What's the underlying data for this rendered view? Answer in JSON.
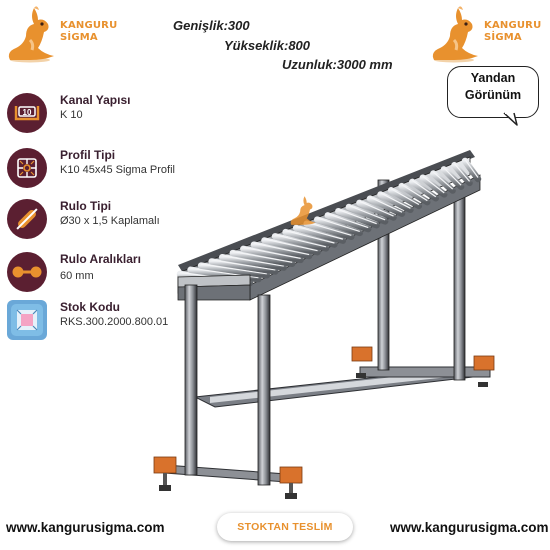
{
  "brand": {
    "name_line1": "KANGURU",
    "name_line2": "SİGMA",
    "accent_color": "#e8912e",
    "icon_color": "#5b1f31",
    "mascot_icon": "kangaroo-icon"
  },
  "dimensions": {
    "width": "Genişlik:300",
    "height": "Yükseklik:800",
    "length": "Uzunluk:3000 mm"
  },
  "callout": {
    "line1": "Yandan",
    "line2": "Görünüm"
  },
  "specs": [
    {
      "icon": "channel-k10-icon",
      "title": "Kanal Yapısı",
      "value": "K 10"
    },
    {
      "icon": "profile-section-icon",
      "title": "Profil Tipi",
      "value": "K10 45x45 Sigma Profil"
    },
    {
      "icon": "roller-icon",
      "title": "Rulo Tipi",
      "value": "Ø30 x 1,5 Kaplamalı"
    },
    {
      "icon": "roller-spacing-icon",
      "title": "Rulo Aralıkları",
      "value": "60 mm"
    },
    {
      "icon": "stock-code-icon",
      "title": "Stok Kodu",
      "value": "RKS.300.2000.800.01"
    }
  ],
  "channel_badge": "10",
  "footer": {
    "website_left": "www.kangurusigma.com",
    "stock_badge": "STOKTAN TESLİM",
    "website_right": "www.kangurusigma.com"
  }
}
